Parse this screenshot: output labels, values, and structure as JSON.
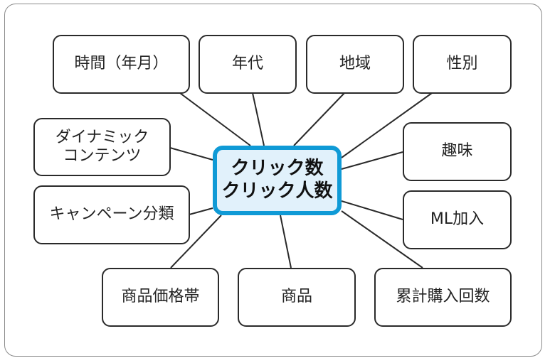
{
  "diagram": {
    "center": {
      "label": "クリック数\nクリック人数",
      "border_color": "#0f9ad6",
      "fill_color": "#e1f1fb"
    },
    "nodes": [
      {
        "id": "time",
        "label": "時間（年月）"
      },
      {
        "id": "age",
        "label": "年代"
      },
      {
        "id": "region",
        "label": "地域"
      },
      {
        "id": "gender",
        "label": "性別"
      },
      {
        "id": "dynamic-content",
        "label": "ダイナミック\nコンテンツ"
      },
      {
        "id": "hobby",
        "label": "趣味"
      },
      {
        "id": "campaign-category",
        "label": "キャンペーン分類"
      },
      {
        "id": "ml-signup",
        "label": "ML加入"
      },
      {
        "id": "price-range",
        "label": "商品価格帯"
      },
      {
        "id": "product",
        "label": "商品"
      },
      {
        "id": "purchase-count",
        "label": "累計購入回数"
      }
    ],
    "edges": [
      {
        "from": "center",
        "to": "time"
      },
      {
        "from": "center",
        "to": "age"
      },
      {
        "from": "center",
        "to": "region"
      },
      {
        "from": "center",
        "to": "gender"
      },
      {
        "from": "center",
        "to": "dynamic-content"
      },
      {
        "from": "center",
        "to": "hobby"
      },
      {
        "from": "center",
        "to": "campaign-category"
      },
      {
        "from": "center",
        "to": "ml-signup"
      },
      {
        "from": "center",
        "to": "price-range"
      },
      {
        "from": "center",
        "to": "product"
      },
      {
        "from": "center",
        "to": "purchase-count"
      }
    ]
  }
}
